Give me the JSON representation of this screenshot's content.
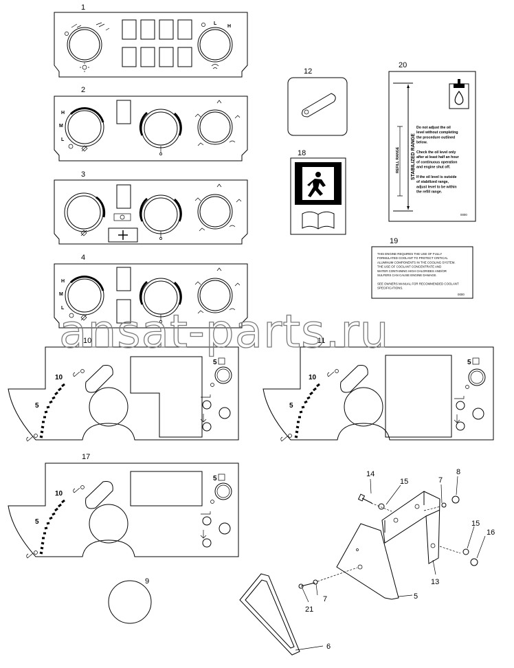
{
  "callouts": {
    "c1": "1",
    "c2": "2",
    "c3": "3",
    "c4": "4",
    "c5": "5",
    "c6": "6",
    "c7a": "7",
    "c7b": "7",
    "c8": "8",
    "c9": "9",
    "c10": "10",
    "c11": "11",
    "c12": "12",
    "c13": "13",
    "c14": "14",
    "c15a": "15",
    "c15b": "15",
    "c16": "16",
    "c17": "17",
    "c18": "18",
    "c19": "19",
    "c20": "20",
    "c21": "21"
  },
  "panel_marks": {
    "L": "L",
    "H": "H",
    "M": "M",
    "ten": "10",
    "five": "5"
  },
  "label20": {
    "refill_range": "REFILL RANGE",
    "stabilized_range": "STABILIZED RANGE",
    "lines": [
      "Do not adjust the oil",
      "level without completing",
      "the procedure outlined",
      "below.",
      "",
      "Check the oil level only",
      "after at least half an hour",
      "of continuous operation",
      "and engine shut off.",
      "",
      "If the oil level is outside",
      "of stabilized range,",
      "adjust level to be within",
      "the refill range."
    ]
  },
  "label19": {
    "lines": [
      "THIS ENGINE REQUIRES THE USE OF FULLY",
      "FORMULATED COOLANT TO PROTECT CRITICAL",
      "ALUMINUM COMPONENTS IN THE COOLING SYSTEM.",
      "THE USE OF COOLANT CONCENTRATE AND",
      "WATER CONTAINING HIGH CHLORIDES AND/OR",
      "SULFERS CAN CAUSE ENGINE DAMAGE.",
      "",
      "SEE OWNERS MANUAL FOR RECOMMENDED COOLANT",
      "SPECIFICATIONS."
    ]
  },
  "watermark": "ansat-parts.ru"
}
